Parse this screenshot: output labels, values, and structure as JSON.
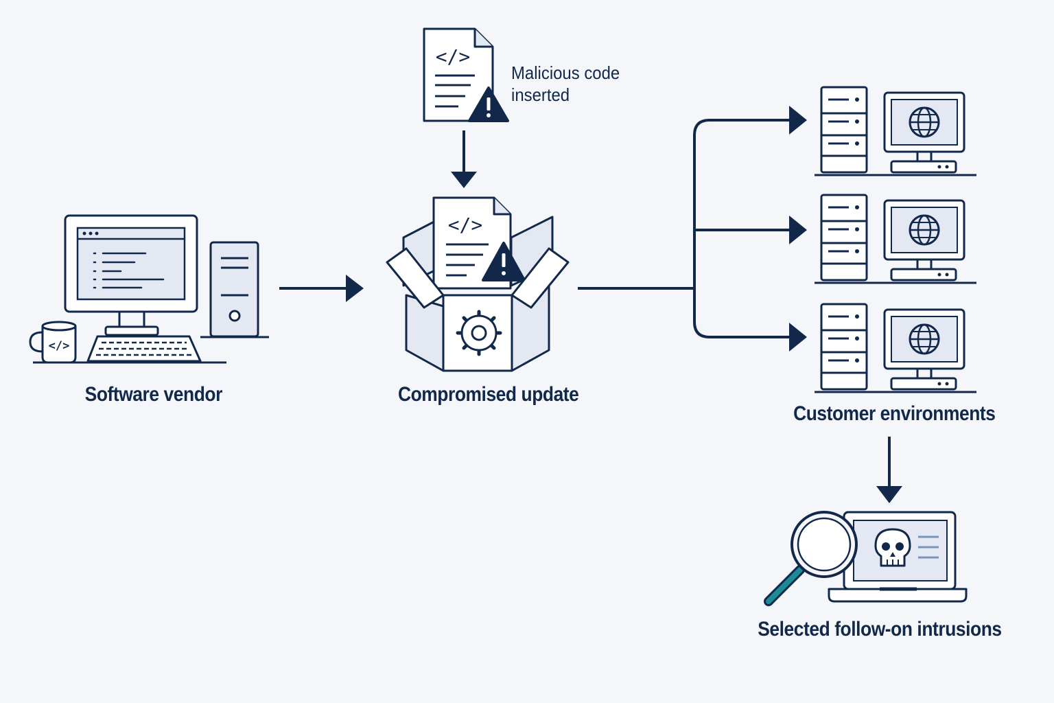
{
  "labels": {
    "vendor": "Software vendor",
    "update": "Compromised update",
    "customers": "Customer environments",
    "intrusions": "Selected follow-on intrusions",
    "malicious_line1": "Malicious code",
    "malicious_line2": "inserted"
  },
  "icons": {
    "vendor": "developer-workstation-icon",
    "update": "software-package-icon",
    "malicious": "code-file-warning-icon",
    "customer": "server-and-monitor-icon",
    "intrusion": "laptop-magnifier-skull-icon"
  },
  "colors": {
    "ink": "#12284a",
    "fill": "#e3e8f2",
    "accent": "#1d8a96",
    "background": "#f4f6f9"
  }
}
